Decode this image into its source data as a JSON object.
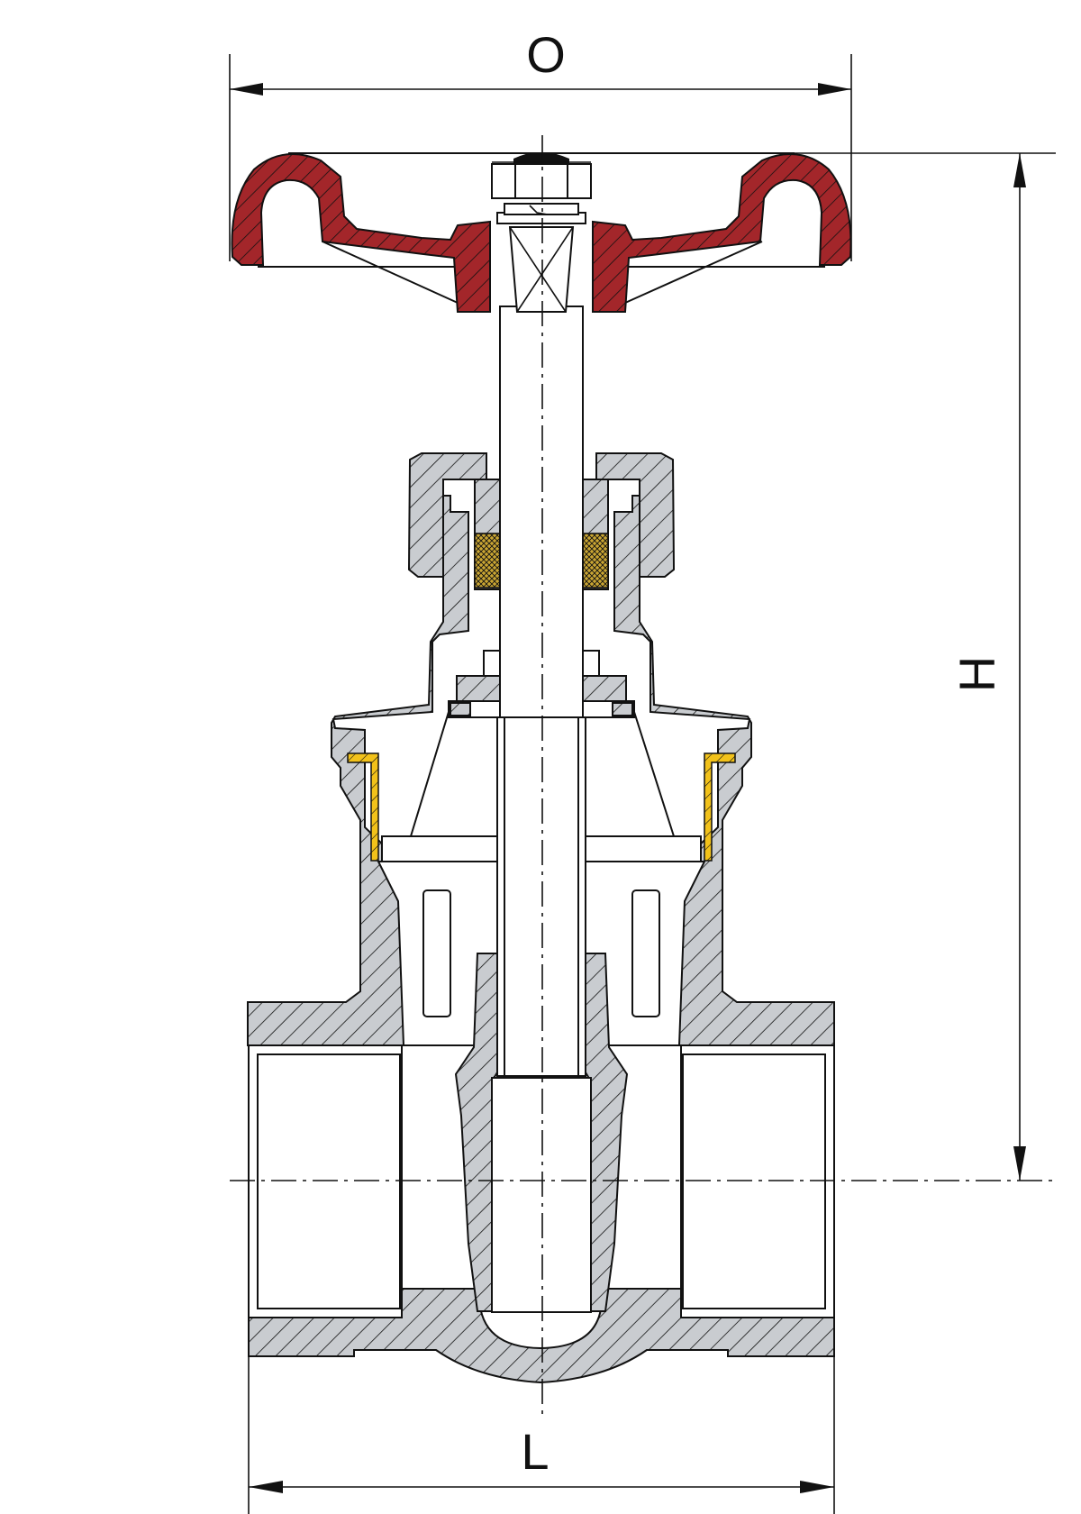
{
  "dimensions": {
    "handwheel_diameter_label": "O",
    "height_label": "H",
    "length_label": "L"
  },
  "colors": {
    "handwheel": "#a3262a",
    "body_casting": "#c9ccd0",
    "packing": "#c9a533",
    "gasket": "#f2c21a",
    "outline": "#111111"
  }
}
